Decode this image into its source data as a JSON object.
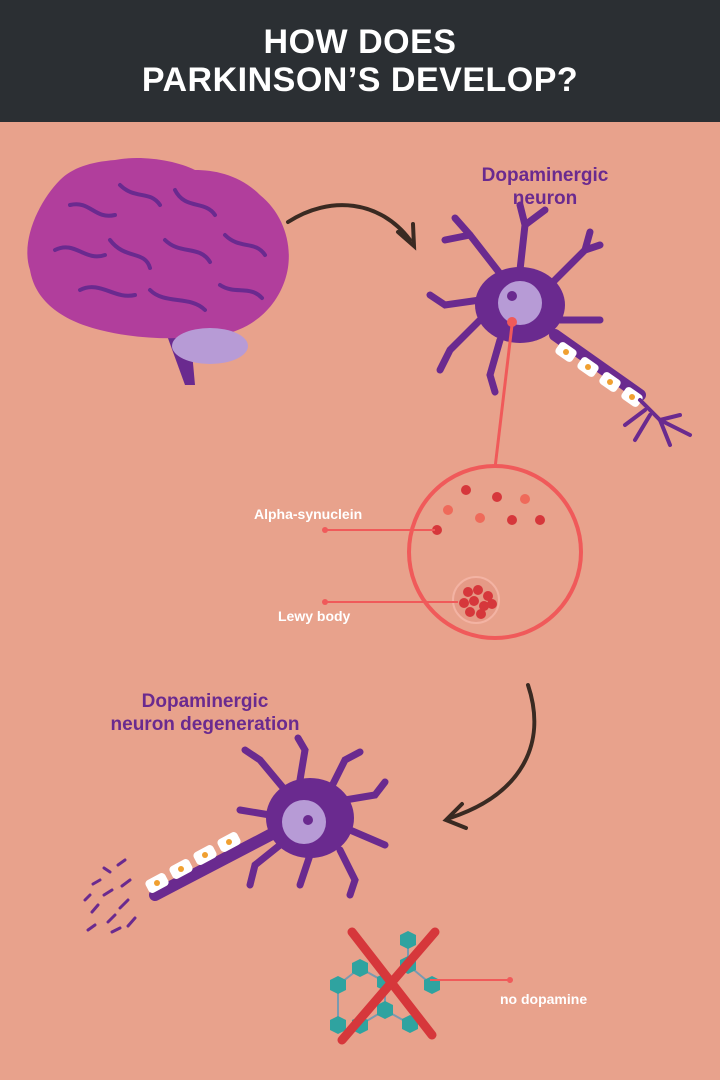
{
  "header": {
    "title_line1": "HOW DOES",
    "title_line2": "PARKINSON’S DEVELOP?"
  },
  "labels": {
    "neuron_line1": "Dopaminergic",
    "neuron_line2": "neuron",
    "alpha_synuclein": "Alpha-synuclein",
    "lewy_body": "Lewy body",
    "degeneration_line1": "Dopaminergic",
    "degeneration_line2": "neuron degeneration",
    "no_dopamine": "no dopamine"
  },
  "colors": {
    "background": "#e8a28c",
    "header_bg": "#2b2f33",
    "brain": "#b13e9c",
    "neuron": "#6a2a8f",
    "nucleus": "#b79bd6",
    "highlight": "#f05a5a",
    "molecule": "#2fa3a0",
    "cross": "#d6373b"
  }
}
